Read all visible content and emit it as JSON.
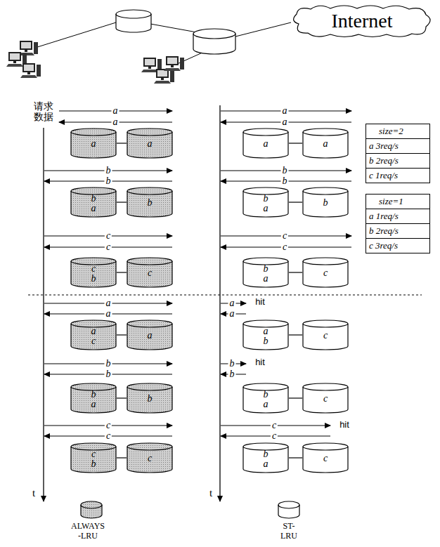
{
  "diagram": {
    "nodes": [
      {
        "text": [
          "Internet"
        ]
      },
      {
        "text": [
          "size=2",
          "a 3req/s",
          "b 2req/s",
          "c 1req/s"
        ]
      },
      {
        "text": [
          "a"
        ]
      },
      {
        "text": [
          "a"
        ]
      },
      {
        "text": [
          "a"
        ]
      },
      {
        "text": [
          "a"
        ]
      },
      {
        "text": [
          "b",
          "a"
        ]
      },
      {
        "text": [
          "b"
        ]
      },
      {
        "text": [
          "b",
          "a"
        ]
      },
      {
        "text": [
          "b"
        ]
      },
      {
        "text": [
          "size=1",
          "a 1req/s",
          "b 2req/s",
          "c 3req/s"
        ]
      },
      {
        "text": [
          "c",
          "b"
        ]
      },
      {
        "text": [
          "c"
        ]
      },
      {
        "text": [
          "b",
          "a"
        ]
      },
      {
        "text": [
          "c"
        ]
      },
      {
        "text": [
          "a",
          "c"
        ]
      },
      {
        "text": [
          "a"
        ]
      },
      {
        "text": [
          "a",
          "b"
        ]
      },
      {
        "text": [
          "c"
        ]
      },
      {
        "text": [
          "b",
          "a"
        ]
      },
      {
        "text": [
          "b"
        ]
      },
      {
        "text": [
          "b",
          "a"
        ]
      },
      {
        "text": [
          "c"
        ]
      },
      {
        "text": [
          "c",
          "b"
        ]
      },
      {
        "text": [
          "c"
        ]
      },
      {
        "text": [
          "b",
          "a"
        ]
      },
      {
        "text": [
          "c"
        ]
      }
    ],
    "edges": [
      {
        "from": 2,
        "to": 3,
        "arrow": "none"
      },
      {
        "from": 4,
        "to": 5,
        "arrow": "none"
      },
      {
        "from": 6,
        "to": 7,
        "arrow": "none"
      },
      {
        "from": 8,
        "to": 9,
        "arrow": "none"
      },
      {
        "from": 11,
        "to": 12,
        "arrow": "none"
      },
      {
        "from": 13,
        "to": 14,
        "arrow": "none"
      },
      {
        "from": 15,
        "to": 16,
        "arrow": "none"
      },
      {
        "from": 17,
        "to": 18,
        "arrow": "none"
      },
      {
        "from": 19,
        "to": 20,
        "arrow": "none"
      },
      {
        "from": 21,
        "to": 22,
        "arrow": "none"
      },
      {
        "from": 23,
        "to": 24,
        "arrow": "none"
      },
      {
        "from": 25,
        "to": 26,
        "arrow": "none"
      }
    ],
    "labels": [
      "请求 数据",
      "a",
      "a",
      "a",
      "a",
      "b",
      "b",
      "b",
      "b",
      "c",
      "c",
      "c",
      "c",
      "a",
      "a",
      "a",
      "hit",
      "a",
      "b",
      "b",
      "b",
      "hit",
      "b",
      "c",
      "c",
      "c",
      "hit",
      "c",
      "t",
      "t"
    ],
    "legend": [
      {
        "text": "ALWAYS-LRU"
      },
      {
        "text": "ST-LRU"
      }
    ]
  }
}
